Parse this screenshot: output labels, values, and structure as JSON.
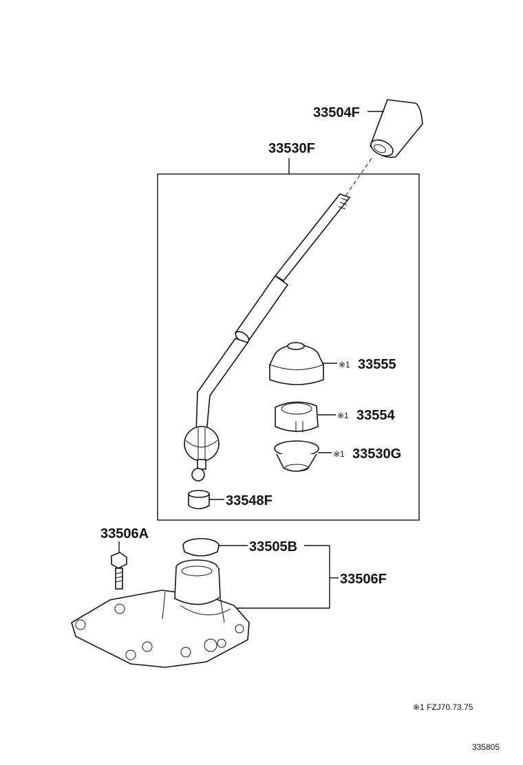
{
  "labels": {
    "knob": "33504F",
    "lever_assembly": "33530F",
    "cap": "33555",
    "ring": "33554",
    "boot_inner": "33530G",
    "bushing": "33548F",
    "bolt": "33506A",
    "seal": "33505B",
    "housing": "33506F",
    "mark_prefix": "※1"
  },
  "footnote": "※1 FZJ70.73.75",
  "figure_code": "335805"
}
